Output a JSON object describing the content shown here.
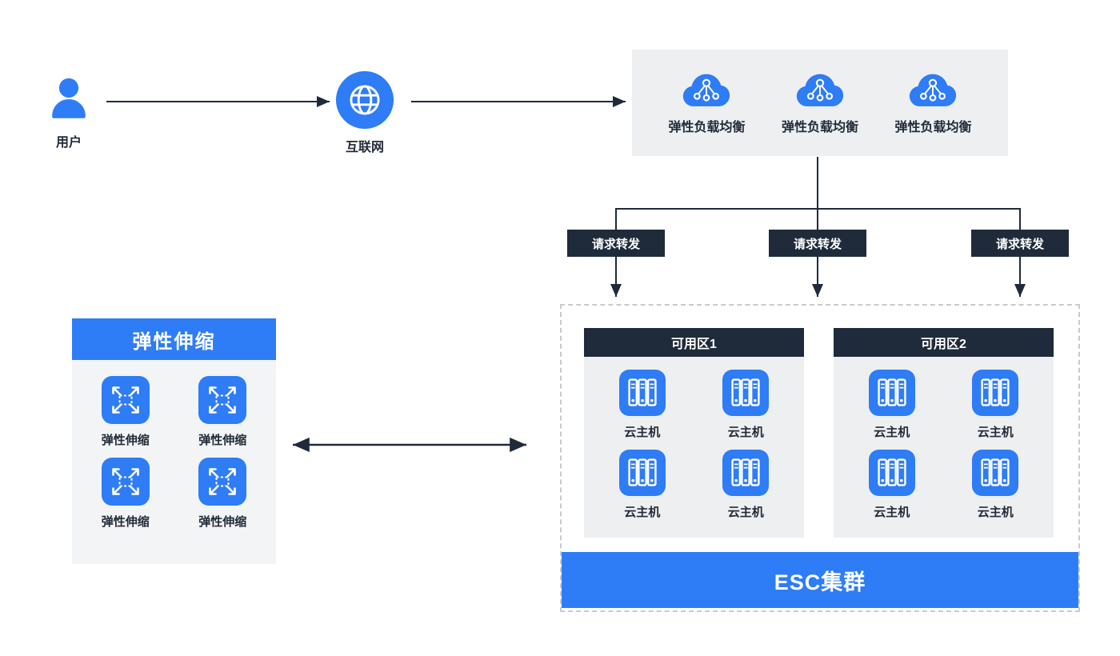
{
  "colors": {
    "accent_blue": "#2e7cf6",
    "dark_navy": "#1f2b3a",
    "panel_gray": "#edeff1",
    "dashed_border": "#c6cbd1"
  },
  "flow": {
    "user_label": "用户",
    "internet_label": "互联网"
  },
  "elb": {
    "labels": [
      "弹性负载均衡",
      "弹性负载均衡",
      "弹性负载均衡"
    ]
  },
  "forwarding": {
    "labels": [
      "请求转发",
      "请求转发",
      "请求转发"
    ]
  },
  "scaling": {
    "title": "弹性伸缩",
    "items": [
      "弹性伸缩",
      "弹性伸缩",
      "弹性伸缩",
      "弹性伸缩"
    ]
  },
  "cluster": {
    "banner": "ESC集群",
    "zones": [
      {
        "title": "可用区1",
        "hosts": [
          "云主机",
          "云主机",
          "云主机",
          "云主机"
        ]
      },
      {
        "title": "可用区2",
        "hosts": [
          "云主机",
          "云主机",
          "云主机",
          "云主机"
        ]
      }
    ]
  }
}
